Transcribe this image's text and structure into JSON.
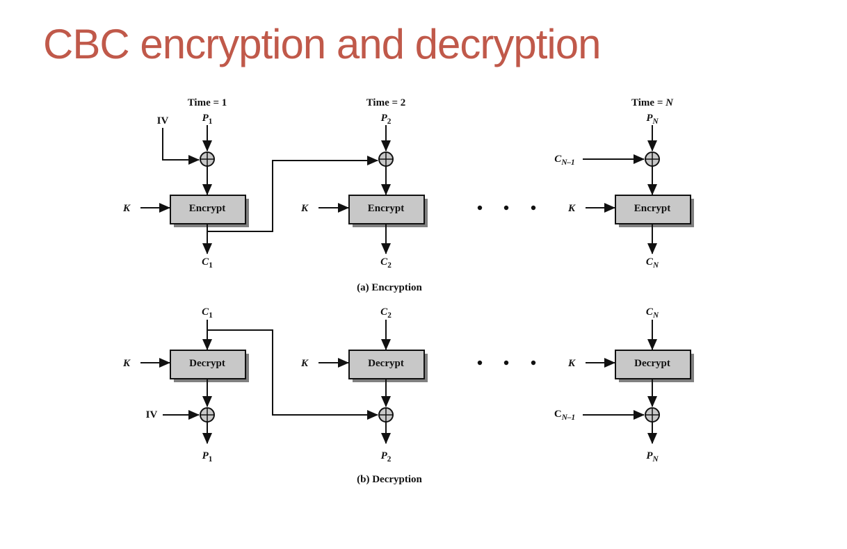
{
  "slide": {
    "title": "CBC encryption and decryption",
    "title_color": "#c0594a"
  },
  "diagram": {
    "encryption": {
      "caption": "(a) Encryption",
      "stages": [
        {
          "time": "Time = 1",
          "input": "P",
          "input_sub": "1",
          "chain_in": "IV",
          "chain_sub": "",
          "key": "K",
          "block": "Encrypt",
          "output": "C",
          "output_sub": "1"
        },
        {
          "time": "Time = 2",
          "input": "P",
          "input_sub": "2",
          "chain_in": "",
          "chain_sub": "",
          "key": "K",
          "block": "Encrypt",
          "output": "C",
          "output_sub": "2"
        },
        {
          "time": "Time = N",
          "input": "P",
          "input_sub": "N",
          "chain_in": "C",
          "chain_sub": "N–1",
          "key": "K",
          "block": "Encrypt",
          "output": "C",
          "output_sub": "N"
        }
      ],
      "ellipsis": "• • •"
    },
    "decryption": {
      "caption": "(b) Decryption",
      "stages": [
        {
          "input": "C",
          "input_sub": "1",
          "chain_in": "IV",
          "chain_sub": "",
          "key": "K",
          "block": "Decrypt",
          "output": "P",
          "output_sub": "1"
        },
        {
          "input": "C",
          "input_sub": "2",
          "chain_in": "",
          "chain_sub": "",
          "key": "K",
          "block": "Decrypt",
          "output": "P",
          "output_sub": "2"
        },
        {
          "input": "C",
          "input_sub": "N",
          "chain_in": "C",
          "chain_sub": "N–1",
          "key": "K",
          "block": "Decrypt",
          "output": "P",
          "output_sub": "N"
        }
      ],
      "ellipsis": "• • •"
    },
    "colors": {
      "block_fill": "#c8c8c8",
      "block_shadow": "#808080",
      "line": "#111111",
      "xor_fill": "#c8c8c8"
    }
  }
}
